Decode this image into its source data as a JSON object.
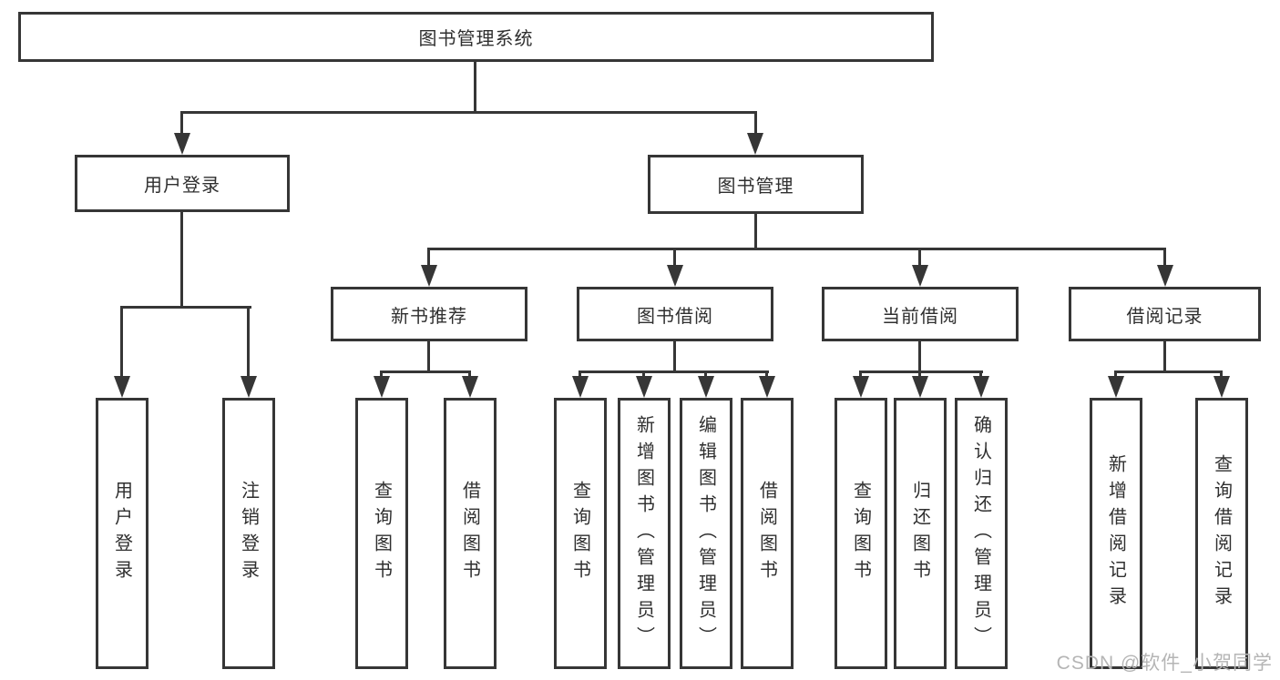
{
  "diagram": {
    "root": {
      "label": "图书管理系统"
    },
    "branches": {
      "user_login": {
        "label": "用户登录",
        "children": [
          {
            "label": "用户登录"
          },
          {
            "label": "注销登录"
          }
        ]
      },
      "book_mgmt": {
        "label": "图书管理",
        "children": [
          {
            "label": "新书推荐",
            "children": [
              {
                "label": "查询图书"
              },
              {
                "label": "借阅图书"
              }
            ]
          },
          {
            "label": "图书借阅",
            "children": [
              {
                "label": "查询图书"
              },
              {
                "label": "新增图书（管理员）"
              },
              {
                "label": "编辑图书（管理员）"
              },
              {
                "label": "借阅图书"
              }
            ]
          },
          {
            "label": "当前借阅",
            "children": [
              {
                "label": "查询图书"
              },
              {
                "label": "归还图书"
              },
              {
                "label": "确认归还（管理员）"
              }
            ]
          },
          {
            "label": "借阅记录",
            "children": [
              {
                "label": "新增借阅记录"
              },
              {
                "label": "查询借阅记录"
              }
            ]
          }
        ]
      }
    },
    "watermark": "CSDN @软件_小贺同学",
    "colors": {
      "line": "#363636",
      "text": "#2f2f2f",
      "watermark": "#b5b5b5",
      "background": "#ffffff"
    }
  }
}
